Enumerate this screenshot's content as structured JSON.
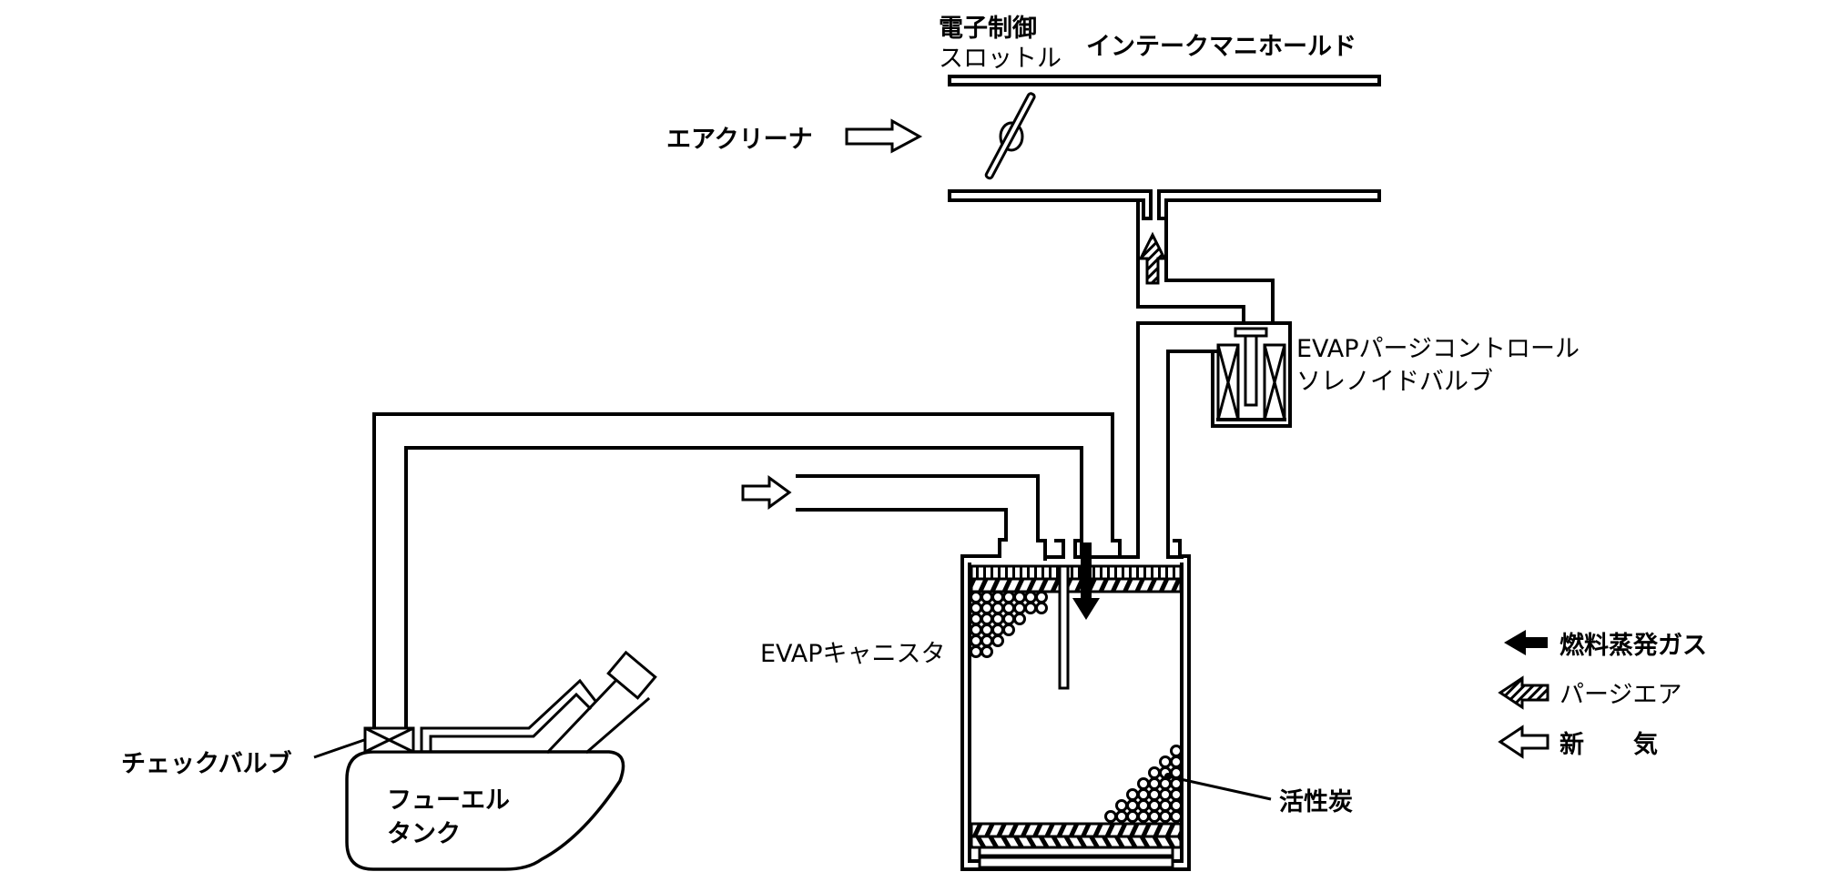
{
  "diagram": {
    "title": "EVAP system schematic",
    "labels": {
      "throttle_line1": "電子制御",
      "throttle_line2": "スロットル",
      "intake_manifold": "インテークマニホールド",
      "air_cleaner": "エアクリーナ",
      "purge_valve_line1": "EVAPパージコントロール",
      "purge_valve_line2": "ソレノイドバルブ",
      "canister": "EVAPキャニスタ",
      "activated_carbon": "活性炭",
      "check_valve": "チェックバルブ",
      "fuel_tank_line1": "フューエル",
      "fuel_tank_line2": "タンク"
    },
    "legend": [
      {
        "label": "燃料蒸発ガス",
        "icon": "solid-arrow-left-icon",
        "meaning": "fuel vapor"
      },
      {
        "label": "パージエア",
        "icon": "hatched-arrow-left-icon",
        "meaning": "purge air"
      },
      {
        "label": "新　　気",
        "icon": "outline-arrow-left-icon",
        "meaning": "fresh air"
      }
    ],
    "colors": {
      "line": "#000000",
      "background": "#ffffff"
    }
  }
}
